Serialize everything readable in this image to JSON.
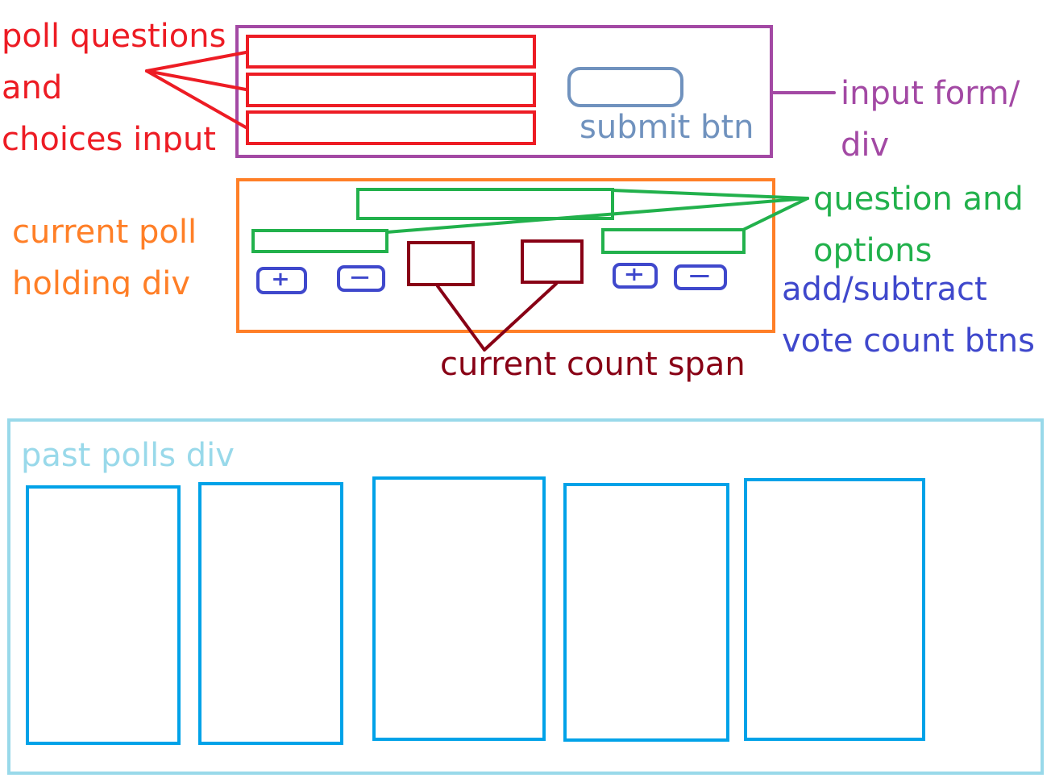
{
  "colors": {
    "red": "#ed1c24",
    "purple": "#a349a4",
    "steel": "#7092be",
    "orange": "#ff7f27",
    "green": "#22b14c",
    "indigo": "#3f48cc",
    "maroon": "#880015",
    "lightblue": "#99d9ea",
    "cyan": "#00a2e8"
  },
  "labels": {
    "poll_questions": [
      "poll questions",
      "and",
      "choices input"
    ],
    "input_form": [
      "input form/",
      "div"
    ],
    "submit_btn": "submit btn",
    "current_poll": [
      "current poll",
      "holding div"
    ],
    "question_options": [
      "question and",
      "options"
    ],
    "add_subtract": [
      "add/subtract",
      "vote count btns"
    ],
    "current_count": "current count span",
    "past_polls": "past polls div"
  },
  "icons": {
    "plus": "plus-icon",
    "minus": "minus-icon"
  },
  "past_polls": {
    "card_count": 5
  }
}
